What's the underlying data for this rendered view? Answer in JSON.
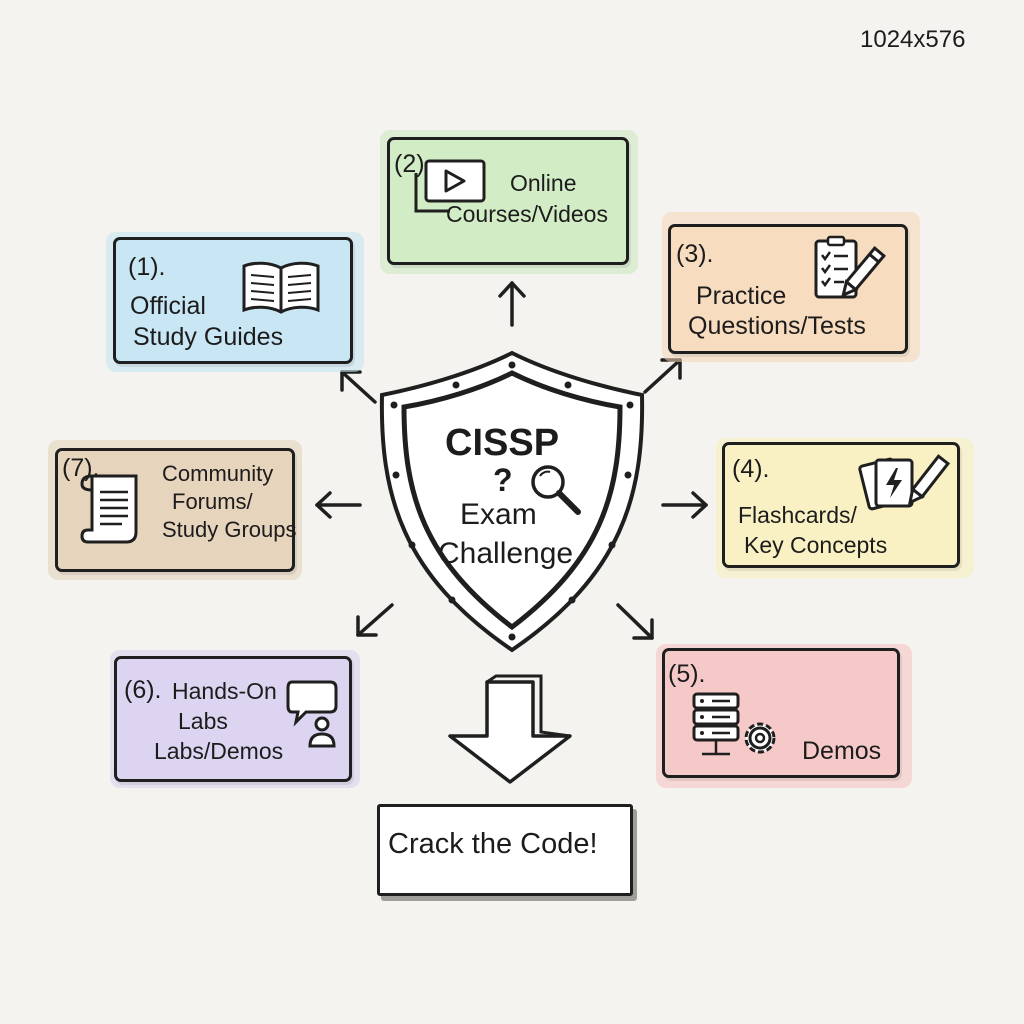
{
  "size_label": "1024x576",
  "center": {
    "line1": "CISSP",
    "line2": "?",
    "line3": "Exam",
    "line4": "Challenge"
  },
  "resources": [
    {
      "number": "(1).",
      "lines": [
        "Official",
        "Study Guides"
      ],
      "color": "#bfe3f2",
      "icon": "open-book-icon"
    },
    {
      "number": "(2).",
      "lines": [
        "Online",
        "Courses/Videos"
      ],
      "color": "#c9e8bd",
      "icon": "video-player-icon"
    },
    {
      "number": "(3).",
      "lines": [
        "Practice",
        "Questions/Tests"
      ],
      "color": "#f6d6b4",
      "icon": "checklist-pencil-icon"
    },
    {
      "number": "(4).",
      "lines": [
        "Flashcards/",
        "Key Concepts"
      ],
      "color": "#f8efb6",
      "icon": "flashcards-icon"
    },
    {
      "number": "(5).",
      "lines": [
        "Demos"
      ],
      "color": "#f5c0c0",
      "icon": "server-gear-icon"
    },
    {
      "number": "(6).",
      "lines": [
        "Hands-On",
        "Labs",
        "Labs/Demos"
      ],
      "color": "#d6cdee",
      "icon": "chat-user-icon"
    },
    {
      "number": "(7).",
      "lines": [
        "Community",
        "Forums/",
        "Study Groups"
      ],
      "color": "#e2cfb6",
      "icon": "scroll-icon"
    }
  ],
  "goal": {
    "label": "Crack the Code!"
  }
}
